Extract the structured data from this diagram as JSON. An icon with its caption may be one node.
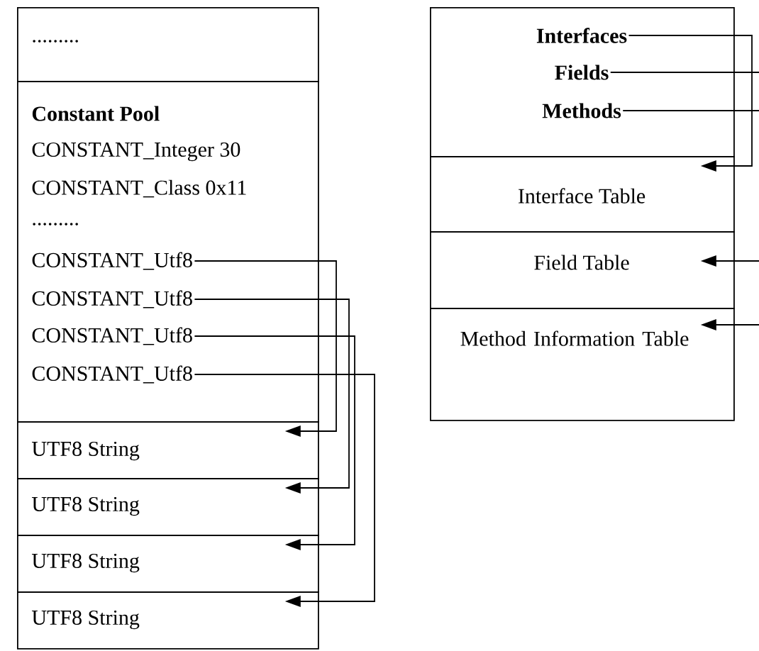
{
  "diagram": {
    "nodes": [
      {
        "text": [
          "........."
        ]
      },
      {
        "text": [
          "Constant Pool",
          "CONSTANT_Integer 30",
          "CONSTANT_Class 0x11",
          "........."
        ]
      },
      {
        "text": [
          "CONSTANT_Utf8"
        ],
        "in": 1
      },
      {
        "text": [
          "CONSTANT_Utf8"
        ],
        "in": 1
      },
      {
        "text": [
          "CONSTANT_Utf8"
        ],
        "in": 1
      },
      {
        "text": [
          "CONSTANT_Utf8"
        ],
        "in": 1
      },
      {
        "text": [
          "UTF8 String"
        ]
      },
      {
        "text": [
          "UTF8 String"
        ]
      },
      {
        "text": [
          "UTF8 String"
        ]
      },
      {
        "text": [
          "UTF8 String"
        ]
      },
      {
        "text": [],
        "shape": "box"
      },
      {
        "text": [
          "Interfaces"
        ],
        "in": 10
      },
      {
        "text": [
          "Fields"
        ],
        "in": 10
      },
      {
        "text": [
          "Methods"
        ],
        "in": 10
      },
      {
        "text": [
          "Interface Table"
        ]
      },
      {
        "text": [
          "Field Table"
        ]
      },
      {
        "text": [
          "Method Information Table"
        ]
      }
    ],
    "edges": [
      {
        "from": 2,
        "to": 6,
        "arrow": "to"
      },
      {
        "from": 3,
        "to": 7,
        "arrow": "to"
      },
      {
        "from": 4,
        "to": 8,
        "arrow": "to"
      },
      {
        "from": 5,
        "to": 9,
        "arrow": "to"
      },
      {
        "from": 11,
        "to": 14,
        "arrow": "to"
      },
      {
        "from": 12,
        "to": null,
        "arrow": "none"
      },
      {
        "from": 13,
        "to": null,
        "arrow": "none"
      },
      {
        "from": null,
        "to": 15,
        "arrow": "to"
      },
      {
        "from": null,
        "to": 16,
        "arrow": "to"
      }
    ]
  }
}
